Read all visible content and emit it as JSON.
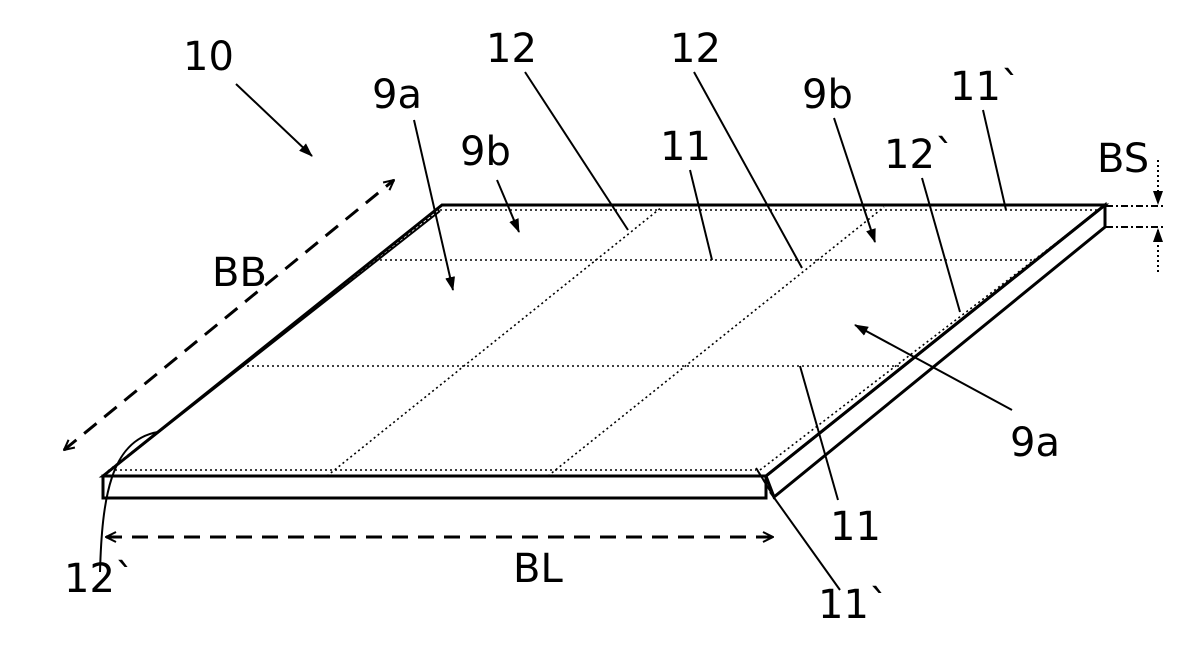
{
  "labels": {
    "panel_ref": "10",
    "element_9a_top": "9a",
    "element_9b_left": "9b",
    "element_12_left": "12",
    "element_12_mid": "12",
    "element_9b_right": "9b",
    "element_11_prime_top": "11`",
    "element_11_top": "11",
    "element_12_prime_right": "12`",
    "thickness_BS": "BS",
    "width_BB": "BB",
    "element_9a_bottom": "9a",
    "element_11_bottom": "11",
    "element_12_prime_left": "12`",
    "length_BL": "BL",
    "element_11_prime_bottom": "11`"
  }
}
